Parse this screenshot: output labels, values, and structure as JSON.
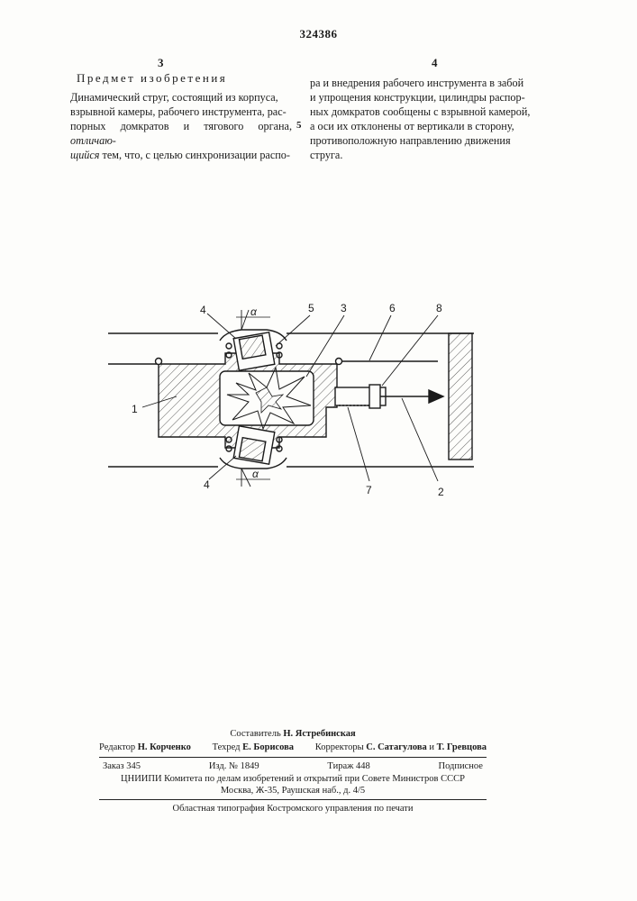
{
  "header": {
    "patent_number": "324386",
    "left_column_number": "3",
    "right_column_number": "4",
    "line_marker": "5"
  },
  "claim": {
    "heading": "Предмет изобретения",
    "left_lines": [
      "Динамический струг, состоящий из корпуса,",
      "взрывной камеры, рабочего инструмента, рас-",
      "порных домкратов и тягового органа,",
      "щийся тем, что, с целью синхронизации распо-"
    ],
    "emph_1": "отличаю-",
    "emph_2": "щийся",
    "left_line4_rest": " тем, что, с целью синхронизации распо-",
    "right_lines": [
      "ра и внедрения рабочего инструмента в забой",
      "и упрощения конструкции, цилиндры распор-",
      "ных домкратов сообщены с взрывной камерой,",
      "а оси их отклонены от вертикали в сторону,",
      "противоположную направлению движения",
      "струга."
    ]
  },
  "figure": {
    "labels": [
      "4",
      "5",
      "3",
      "6",
      "8",
      "1",
      "4",
      "7",
      "2"
    ],
    "angle_symbol": "α"
  },
  "footer": {
    "compiler": "Составитель",
    "compiler_name": "Н. Ястребинская",
    "editor": "Редактор",
    "editor_name": "Н. Корченко",
    "techred": "Техред",
    "techred_name": "Е. Борисова",
    "correctors": "Корректоры",
    "corrector_1": "С. Сатагулова",
    "conj": "и",
    "corrector_2": "Т. Гревцова",
    "order": "Заказ 345",
    "edition": "Изд. № 1849",
    "circulation": "Тираж 448",
    "subscription": "Подписное",
    "org_line_1": "ЦНИИПИ Комитета по делам изобретений и открытий при Совете Министров СССР",
    "org_line_2": "Москва, Ж-35, Раушская наб., д. 4/5",
    "printer": "Областная типография Костромского управления по печати"
  }
}
